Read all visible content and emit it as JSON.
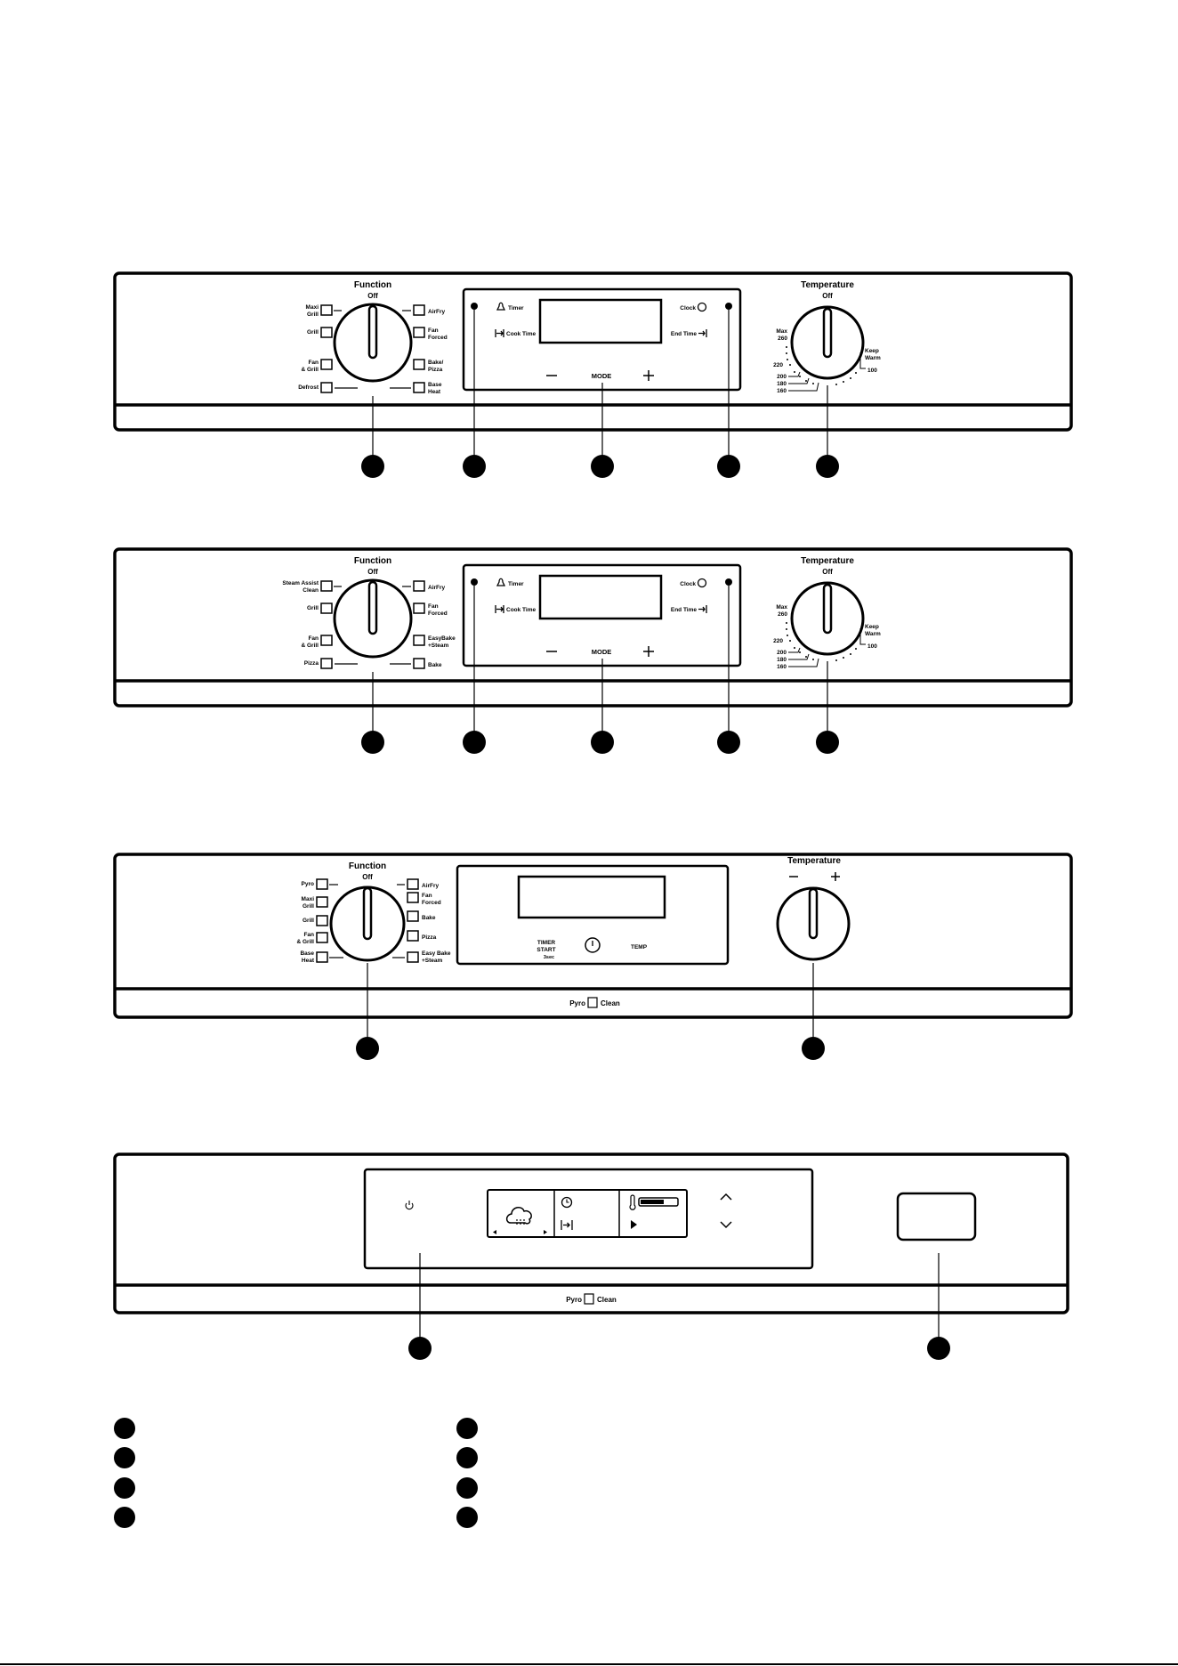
{
  "panel1": {
    "function_title": "Function",
    "off": "Off",
    "left_labels": [
      "Maxi",
      "Grill",
      "Grill",
      "Fan",
      "& Grill",
      "Defrost"
    ],
    "right_labels": [
      "AirFry",
      "Fan",
      "Forced",
      "Bake/",
      "Pizza",
      "Base",
      "Heat"
    ],
    "display": {
      "timer": "Timer",
      "cook_time": "Cook Time",
      "clock": "Clock",
      "end_time": "End Time",
      "mode": "MODE"
    },
    "temperature_title": "Temperature",
    "temp_off": "Off",
    "temp_left": [
      "Max",
      "260",
      "220",
      "200",
      "180",
      "160"
    ],
    "temp_right": [
      "Keep",
      "Warm",
      "100"
    ]
  },
  "panel2": {
    "function_title": "Function",
    "off": "Off",
    "left_labels": [
      "Steam Assist",
      "Clean",
      "Grill",
      "Fan",
      "& Grill",
      "Pizza"
    ],
    "right_labels": [
      "AirFry",
      "Fan",
      "Forced",
      "EasyBake",
      "+Steam",
      "Bake"
    ],
    "display": {
      "timer": "Timer",
      "cook_time": "Cook Time",
      "clock": "Clock",
      "end_time": "End Time",
      "mode": "MODE"
    },
    "temperature_title": "Temperature",
    "temp_off": "Off",
    "temp_left": [
      "Max",
      "260",
      "220",
      "200",
      "180",
      "160"
    ],
    "temp_right": [
      "Keep",
      "Warm",
      "100"
    ]
  },
  "panel3": {
    "function_title": "Function",
    "off": "Off",
    "left_labels": [
      "Pyro",
      "Maxi",
      "Grill",
      "Grill",
      "Fan",
      "& Grill",
      "Base",
      "Heat"
    ],
    "right_labels": [
      "AirFry",
      "Fan",
      "Forced",
      "Bake",
      "Pizza",
      "Easy Bake",
      "+Steam"
    ],
    "display": {
      "timer_start_1": "TIMER",
      "timer_start_2": "START",
      "timer_start_3": "3sec",
      "temp": "TEMP"
    },
    "temperature_title": "Temperature",
    "brand_1": "Pyro",
    "brand_2": "Clean"
  },
  "panel4": {
    "brand_1": "Pyro",
    "brand_2": "Clean"
  }
}
